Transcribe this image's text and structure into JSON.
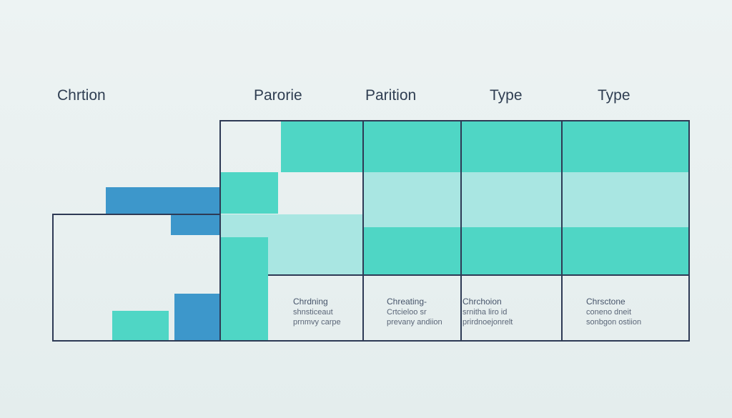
{
  "headers": [
    "Chrtion",
    "Parorie",
    "Parition",
    "Type",
    "Type"
  ],
  "cells": [
    {
      "line1": "Chrdning",
      "line2": "shnsticeaut",
      "line3": "prnmvy carpe"
    },
    {
      "line1": "Chreating-",
      "line2": "Crtcieloo sr",
      "line3": "prevany andiion"
    },
    {
      "line1": "Chrchoion",
      "line2": "srnitha liro id",
      "line3": "prirdnoejonrelt"
    },
    {
      "line1": "Chrsctone",
      "line2": "coneno dneit",
      "line3": "sonbgon ostiion"
    }
  ],
  "colors": {
    "teal_strong": "#4fd6c5",
    "teal_soft": "#a9e6e2",
    "blue": "#3d97cb",
    "grid_line": "#2e3a55",
    "background": "#edf3f3"
  }
}
